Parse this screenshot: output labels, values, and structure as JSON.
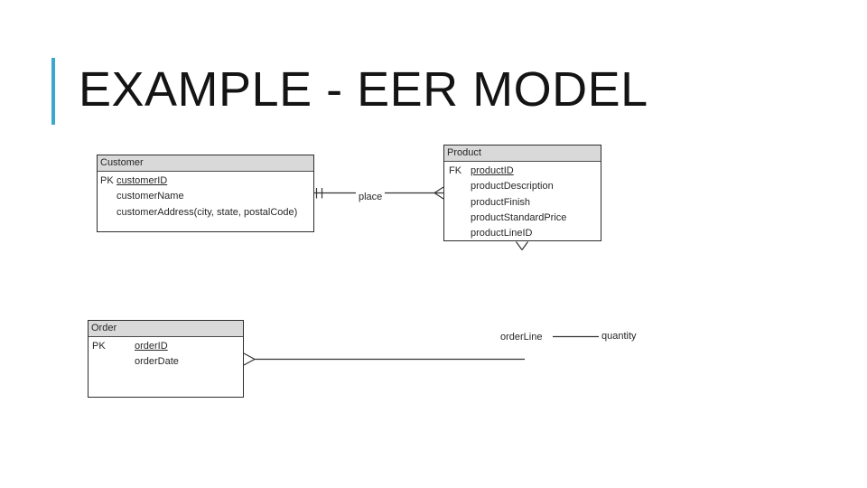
{
  "slide": {
    "title": "EXAMPLE - EER MODEL",
    "accent_color": "#3ba7cc",
    "background_color": "#ffffff"
  },
  "diagram": {
    "entities": [
      {
        "name": "Customer",
        "attributes": [
          {
            "key": "PK",
            "name": "customerID",
            "underlined": true
          },
          {
            "key": "",
            "name": "customerName",
            "underlined": false
          },
          {
            "key": "",
            "name": "customerAddress(city, state, postalCode)",
            "underlined": false
          }
        ]
      },
      {
        "name": "Product",
        "attributes": [
          {
            "key": "FK",
            "name": "productID",
            "underlined": true
          },
          {
            "key": "",
            "name": "productDescription",
            "underlined": false
          },
          {
            "key": "",
            "name": "productFinish",
            "underlined": false
          },
          {
            "key": "",
            "name": "productStandardPrice",
            "underlined": false
          },
          {
            "key": "",
            "name": "productLineID",
            "underlined": false
          }
        ]
      },
      {
        "name": "Order",
        "attributes": [
          {
            "key": "PK",
            "name": "orderID",
            "underlined": true
          },
          {
            "key": "",
            "name": "orderDate",
            "underlined": false
          }
        ]
      }
    ],
    "relationships": [
      {
        "label": "place",
        "from_entity": "Customer",
        "to_entity": "Product",
        "from_notation": "one-mandatory-double-tick",
        "to_notation": "crows-foot-many"
      },
      {
        "label": "orderLine",
        "from_entity": "Order",
        "to_entity": "Product",
        "from_notation": "crows-foot-many",
        "to_notation": "crows-foot-many",
        "attribute": "quantity"
      }
    ]
  }
}
